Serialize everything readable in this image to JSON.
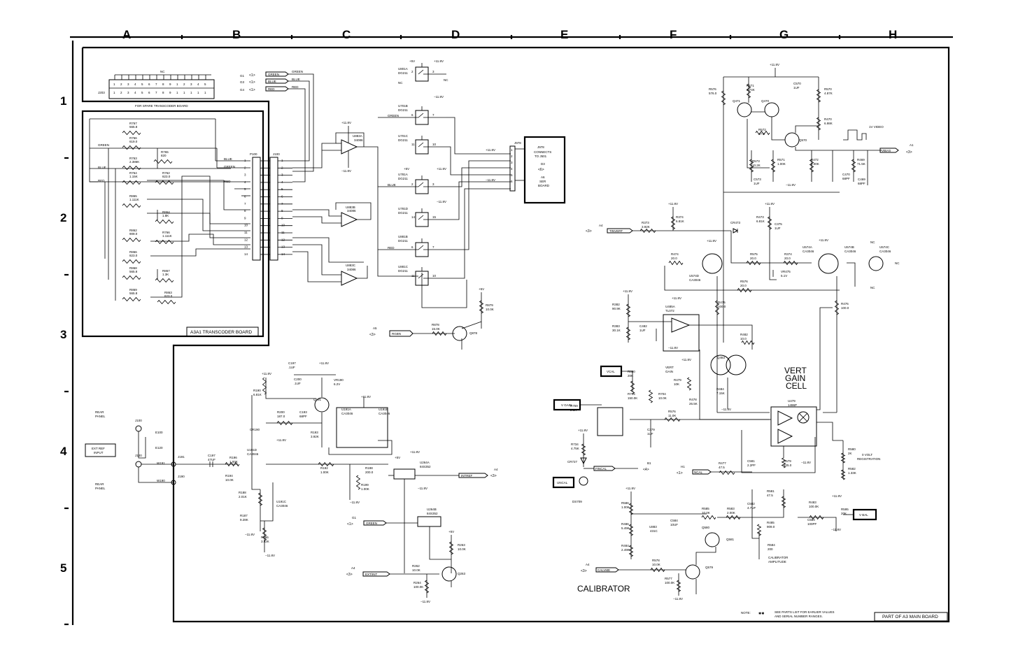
{
  "columns": [
    "A",
    "B",
    "C",
    "D",
    "E",
    "F",
    "G",
    "H"
  ],
  "rows": [
    "1",
    "2",
    "3",
    "4",
    "5"
  ],
  "boards": {
    "transcoder": "A3A1 TRANSCODER BOARD",
    "main": "PART OF A3 MAIN BOARD",
    "spare": "FOR SPARE TRANSCODER BOARD"
  },
  "sections": {
    "vert_gain_cell": [
      "VERT",
      "GAIN",
      "CELL"
    ],
    "calibrator": "CALIBRATOR"
  },
  "connectors": {
    "j203": "J203",
    "nc": "NC",
    "p100": "P100",
    "j100": "J100",
    "j978_title": "J978",
    "j978_note": [
      "CONNECTS",
      "TO J501"
    ],
    "d3": "D3",
    "d3_ref": "<6>",
    "d3_desc": [
      "A6",
      "SER",
      "BOARD"
    ],
    "j100r": "J100",
    "j120": "J120",
    "e100": "E100",
    "e120": "E120",
    "j191": "J191",
    "j190": "J190",
    "w191": "W191",
    "w190": "W190"
  },
  "rear_panel": [
    "REAR",
    "PANEL"
  ],
  "ext_ref": [
    "EXT REF",
    "INPUT"
  ],
  "signals": {
    "g1": "G1",
    "g3": "G3",
    "g4": "G4",
    "ref1": "<1>",
    "green": "GREEN",
    "blue": "BLUE",
    "red": "RED",
    "a1": "A1",
    "a1_ref": "<3>",
    "a4": "A4",
    "a4_ref": "<3>",
    "a5": "A5",
    "a5_ref": "<3>",
    "b1": "B1",
    "b1_ref": "<4>",
    "h1": "H1",
    "h1_ref": "<1>",
    "vbias": "VBIAS",
    "tinvert": "TINVERT",
    "rgbn": "RGBN",
    "intref": "INTREF",
    "extint": "EXT/INT",
    "ncal": "NCAL",
    "fincal": "FINCAL",
    "calvme": "CALVME",
    "vcal": "VCAL",
    "vgain": "V GAIN",
    "uncal": "UNCAL",
    "vbal": "V BAL",
    "one_v_video": "1V VIDEO",
    "zero_volt": [
      "0 VOLT",
      "REGISTRATION"
    ],
    "vert_gain": [
      "VERT",
      "GAIN"
    ],
    "cal_amp": [
      "CALIBRATOR",
      "AMPLITUDE"
    ]
  },
  "power": {
    "p118": "+11.8V",
    "m118": "−11.8V",
    "p5": "+5V"
  },
  "note": {
    "label": "NOTE:",
    "stars": "✱✱",
    "text": [
      "SEE PARTS LIST FOR EARLIER VALUES",
      "AND SERIAL NUMBER RANGES."
    ]
  },
  "transcoder_resistors": [
    [
      "R767",
      "565.8"
    ],
    [
      "R766",
      "619.0"
    ],
    [
      "R765",
      "820"
    ],
    [
      "R763",
      "2.386K"
    ],
    [
      "R764",
      "1.15K"
    ],
    [
      "R762",
      "823.0"
    ],
    [
      "R865",
      "1.111K"
    ],
    [
      "R864",
      "1.8K"
    ],
    [
      "R862",
      "909.0"
    ],
    [
      "R766",
      "1.111K"
    ],
    [
      "R866",
      "823.0"
    ],
    [
      "R867",
      "1.3K"
    ],
    [
      "R868",
      "565.8"
    ],
    [
      "R863",
      "823.0"
    ],
    [
      "R869",
      "565.8"
    ]
  ],
  "ic_labels": {
    "u883a": [
      "U883A",
      "34086"
    ],
    "u883b": [
      "U883B",
      "34086"
    ],
    "u883c": [
      "U883C",
      "34086"
    ],
    "u801a": [
      "U801A",
      "DG211"
    ],
    "u701b": [
      "U701B",
      "DG211"
    ],
    "u701c": [
      "U701C",
      "DG211"
    ],
    "u781a": [
      "U781A",
      "DG211"
    ],
    "u781d": [
      "U781D",
      "DG211"
    ],
    "u881b": [
      "U881B",
      "DG211"
    ],
    "u881c": [
      "U881C",
      "DG211"
    ],
    "u191a": [
      "U191A",
      "CA3046"
    ],
    "u191b": [
      "U191B",
      "CA3046"
    ],
    "u191d": [
      "U191D",
      "CA3046"
    ],
    "u191c": [
      "U191C",
      "CA3046"
    ],
    "u264a": [
      "U264A",
      "84S352"
    ],
    "u264b": [
      "U264B",
      "84S352"
    ],
    "u574d": [
      "U574D",
      "CA3046"
    ],
    "u574a": [
      "U574A",
      "CA3046"
    ],
    "u574b": [
      "U574B",
      "CA3046"
    ],
    "u574c": [
      "U574C",
      "CA3046"
    ],
    "u485a": [
      "U485A",
      "TL072"
    ],
    "u479": [
      "U479",
      "1496P"
    ],
    "u883": [
      "U883",
      "431C"
    ]
  },
  "main_components": [
    [
      "R576",
      "576.0"
    ],
    [
      "R471",
      "2.74K"
    ],
    [
      "C570",
      "1UF"
    ],
    [
      "R570",
      "4.87K"
    ],
    [
      "Q471",
      ""
    ],
    [
      "Q470",
      ""
    ],
    [
      "R470",
      "6.98K"
    ],
    [
      "R572",
      "47.5"
    ],
    [
      "Q570",
      ""
    ],
    [
      "R573",
      "10.2K"
    ],
    [
      "R571",
      "1.00K"
    ],
    [
      "R472",
      "2.00K"
    ],
    [
      "C470",
      "68PF"
    ],
    [
      "R469",
      "71.5K"
    ],
    [
      "C469",
      "68PF"
    ],
    [
      "C573",
      "1UF"
    ],
    [
      "R373",
      "3.92K"
    ],
    [
      "R374",
      "6.81K"
    ],
    [
      "CR473",
      ""
    ],
    [
      "R473",
      "6.81K"
    ],
    [
      "C375",
      "1UF"
    ],
    [
      "R474",
      "20.0"
    ],
    [
      "R575",
      "20.0"
    ],
    [
      "R374",
      "20.0"
    ],
    [
      "VR475",
      "5.1V"
    ],
    [
      "R576",
      "20.0"
    ],
    [
      "R475",
      "100.0"
    ],
    [
      "R476",
      "100.0"
    ],
    [
      "R382",
      "90.9K"
    ],
    [
      "R383",
      "30.1K"
    ],
    [
      "C482",
      "1UF"
    ],
    [
      "R482",
      "10.0"
    ],
    [
      "R800",
      "20K"
    ],
    [
      "R479",
      "10K"
    ],
    [
      "Q483",
      ""
    ],
    [
      "R484",
      "7.15K"
    ],
    [
      "R705",
      "150.0K"
    ],
    [
      "R704",
      "10.0K"
    ],
    [
      "R478",
      "26.5K"
    ],
    [
      "R759",
      "2.5K"
    ],
    [
      "R576",
      "11.0K"
    ],
    [
      "C379",
      "1UF"
    ],
    [
      "R734",
      "4.75K"
    ],
    [
      "CR727",
      ""
    ],
    [
      "DS709",
      ""
    ],
    [
      "R477",
      "47.5"
    ],
    [
      "C581",
      "2.2PF"
    ],
    [
      "R579",
      "825.0"
    ],
    [
      "R580",
      "2K"
    ],
    [
      "R582",
      "1.33K"
    ],
    [
      "R586",
      "1.00K"
    ],
    [
      "R486",
      "5.49K"
    ],
    [
      "C584",
      "10UF"
    ],
    [
      "R585",
      "10.0K"
    ],
    [
      "R583",
      "2.00K"
    ],
    [
      "C582",
      "4.7UF"
    ],
    [
      "R581",
      "47.5"
    ],
    [
      "R483",
      "100.0K"
    ],
    [
      "R595",
      "20K"
    ],
    [
      "C584",
      "100PF"
    ],
    [
      "R485",
      "909.0"
    ],
    [
      "R584",
      "200"
    ],
    [
      "Q580",
      ""
    ],
    [
      "Q581",
      ""
    ],
    [
      "R484",
      "2.49K"
    ],
    [
      "R578",
      "10.0K"
    ],
    [
      "Q579",
      ""
    ],
    [
      "R577",
      "100.0K"
    ]
  ],
  "lower_left_components": [
    [
      "C197",
      ".1UF"
    ],
    [
      "C200",
      ".1UF"
    ],
    [
      "VR190",
      "6.2V"
    ],
    [
      "R190",
      "6.81K"
    ],
    [
      "Q191",
      ""
    ],
    [
      "R200",
      "187.0"
    ],
    [
      "C193",
      "68PF"
    ],
    [
      "CR190",
      ""
    ],
    [
      "R193",
      "3.92K"
    ],
    [
      "R196",
      "1.00K"
    ],
    [
      "C197",
      "47UF"
    ],
    [
      "R194",
      "10.0K"
    ],
    [
      "R192",
      "1.00K"
    ],
    [
      "R198",
      "200.0"
    ],
    [
      "R199",
      "1.00K"
    ],
    [
      "R188",
      "2.01K"
    ],
    [
      "R187",
      "9.28K"
    ],
    [
      "R186",
      "3.92K"
    ],
    [
      "R263",
      "10.0K"
    ],
    [
      "R262",
      "10.0K"
    ],
    [
      "Q263",
      ""
    ],
    [
      "R264",
      "100.0K"
    ],
    [
      "R879",
      "10.0K"
    ],
    [
      "R878",
      "15.0K"
    ],
    [
      "Q878",
      ""
    ]
  ]
}
